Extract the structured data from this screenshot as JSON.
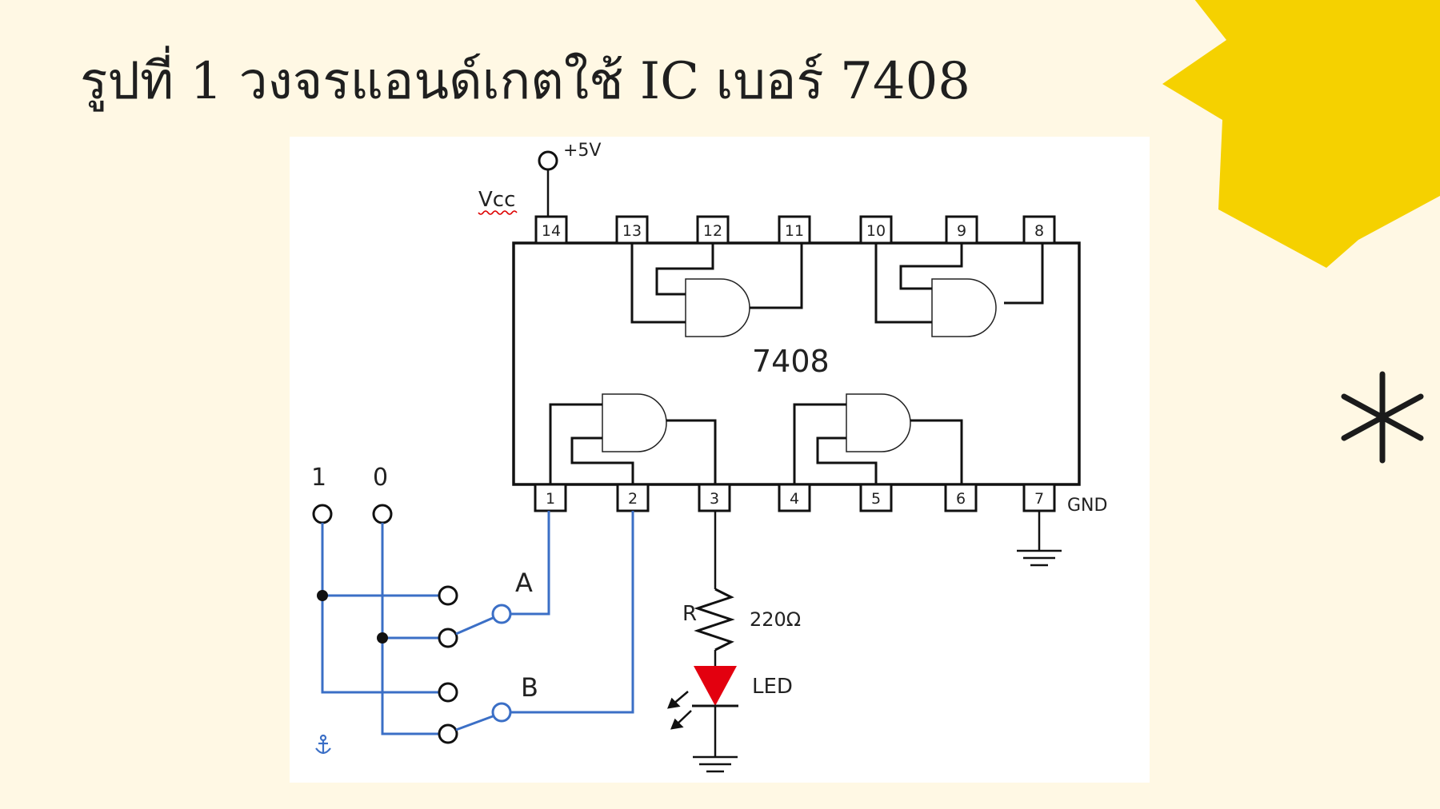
{
  "title": "รูปที่ 1 วงจรแอนด์เกตใช้ IC เบอร์ 7408",
  "colors": {
    "background": "#FFF8E4",
    "sun": "#F5D100",
    "wire_blue": "#3B6FC6",
    "led": "#E3000F",
    "ink": "#111111"
  },
  "diagram": {
    "supply_label": "+5V",
    "vcc_label": "Vcc",
    "ic_label": "7408",
    "top_pins": [
      "14",
      "13",
      "12",
      "11",
      "10",
      "9",
      "8"
    ],
    "bottom_pins": [
      "1",
      "2",
      "3",
      "4",
      "5",
      "6",
      "7"
    ],
    "gnd_label": "GND",
    "logic_high_label": "1",
    "logic_low_label": "0",
    "switch_a_label": "A",
    "switch_b_label": "B",
    "resistor_label": "R",
    "resistor_value": "220Ω",
    "led_label": "LED",
    "anchor_icon": "anchor-icon"
  }
}
